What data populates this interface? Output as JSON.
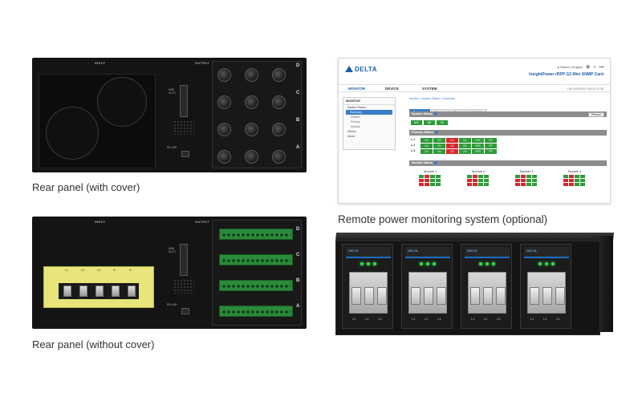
{
  "captions": {
    "rear_with_cover": "Rear panel (with cover)",
    "rear_without_cover": "Rear panel (without cover)",
    "remote_monitoring": "Remote power monitoring system (optional)"
  },
  "rear_panel_with_cover": {
    "input_label": "INPUT",
    "output_label": "OUTPUT",
    "mini_slot_label": "MINI\nSLOT",
    "comm_port_label": "RS-485",
    "row_labels": [
      "D",
      "C",
      "B",
      "A"
    ]
  },
  "rear_panel_without_cover": {
    "input_label": "INPUT",
    "output_label": "OUTPUT",
    "mini_slot_label": "MINI\nSLOT",
    "comm_port_label": "RS-485",
    "row_labels": [
      "D",
      "C",
      "B",
      "A"
    ],
    "terminal_labels": [
      "L1",
      "L2",
      "L3",
      "N",
      "N"
    ]
  },
  "monitor_ui": {
    "logo": "DELTA",
    "top_links": {
      "global": "Global",
      "english": "English"
    },
    "product_name": "InsightPower rRPP G3 Mini SNMP Card",
    "nav": [
      "MONITOR",
      "DEVICE",
      "SYSTEM"
    ],
    "datetime": "Tue 02/09/2021 PM 02:37:38",
    "sidebar": {
      "header": "MONITOR",
      "items": [
        "System Status",
        "Summary",
        "System",
        "Primary",
        "Module",
        "History",
        "About"
      ]
    },
    "breadcrumb": "Monitor » System Status » Summary",
    "tabs": [
      "Summary",
      "System",
      "Primary",
      "Module"
    ],
    "sections": {
      "system_status": "System Status",
      "primary_status": "Primary Status",
      "module_status": "Module Status"
    },
    "rescan_button": "Rescan",
    "system_cells": [
      "NOL",
      "BB",
      "AD"
    ],
    "primary_rows": [
      "L-1",
      "L-2",
      "L-3"
    ],
    "primary_cols": [
      "UV",
      "OV",
      "UC",
      "OC",
      "OPS",
      "PF"
    ],
    "modules": [
      "Module 1",
      "Module 2",
      "Module 3",
      "Module 4"
    ],
    "colors": {
      "ok": "#2e9a3a",
      "alarm": "#d8262a",
      "accent": "#3b7cc4"
    }
  },
  "chassis": {
    "module_logo": "DELTA",
    "breaker_labels": [
      "L1",
      "L2",
      "L3"
    ]
  }
}
